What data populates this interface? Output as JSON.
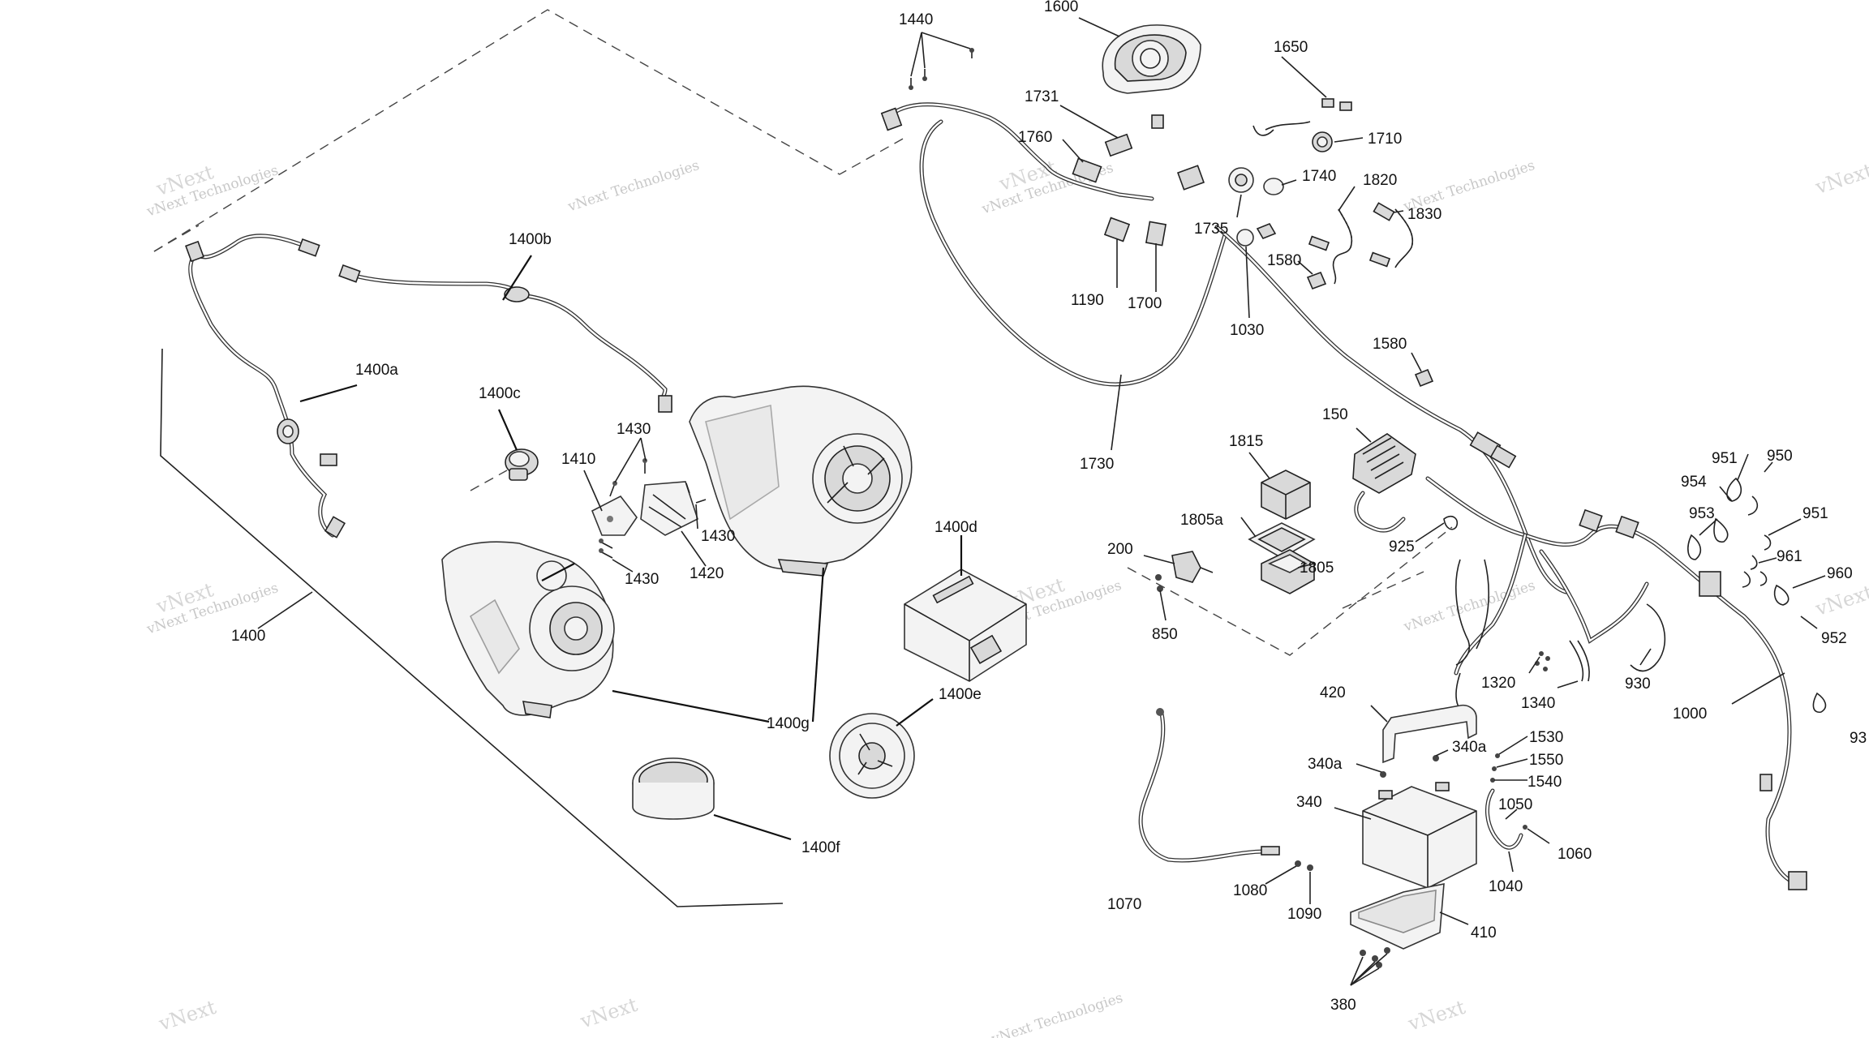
{
  "labels": {
    "l1440": "1440",
    "l1600": "1600",
    "l1650": "1650",
    "l1731": "1731",
    "l1760": "1760",
    "l1710": "1710",
    "l1740": "1740",
    "l1820": "1820",
    "l1830": "1830",
    "l1735": "1735",
    "l1580a": "1580",
    "l1190": "1190",
    "l1700": "1700",
    "l1030": "1030",
    "l1580b": "1580",
    "l1730": "1730",
    "l150": "150",
    "l1815": "1815",
    "l1805a": "1805a",
    "l1805": "1805",
    "l200": "200",
    "l850": "850",
    "l925": "925",
    "l1320": "1320",
    "l1340": "1340",
    "l930": "930",
    "l1000": "1000",
    "l951a": "951",
    "l950": "950",
    "l954": "954",
    "l953": "953",
    "l951b": "951",
    "l961": "961",
    "l960": "960",
    "l952": "952",
    "l93": "93",
    "l420": "420",
    "l340aL": "340a",
    "l340aR": "340a",
    "l340": "340",
    "l1530": "1530",
    "l1550": "1550",
    "l1540": "1540",
    "l1050": "1050",
    "l1060": "1060",
    "l1040": "1040",
    "l1070": "1070",
    "l1080": "1080",
    "l1090": "1090",
    "l410": "410",
    "l380": "380",
    "l1400b": "1400b",
    "l1400a": "1400a",
    "l1400c": "1400c",
    "l1430a": "1430",
    "l1410": "1410",
    "l1430b": "1430",
    "l1430c": "1430",
    "l1420": "1420",
    "l1400d": "1400d",
    "l1400": "1400",
    "l1400g": "1400g",
    "l1400e": "1400e",
    "l1400f": "1400f"
  },
  "watermark": {
    "brand": "vNext Technologies",
    "small": "vNext"
  },
  "colors": {
    "line": "#222222",
    "watermark": "#c8c8c8",
    "background": "#ffffff"
  }
}
